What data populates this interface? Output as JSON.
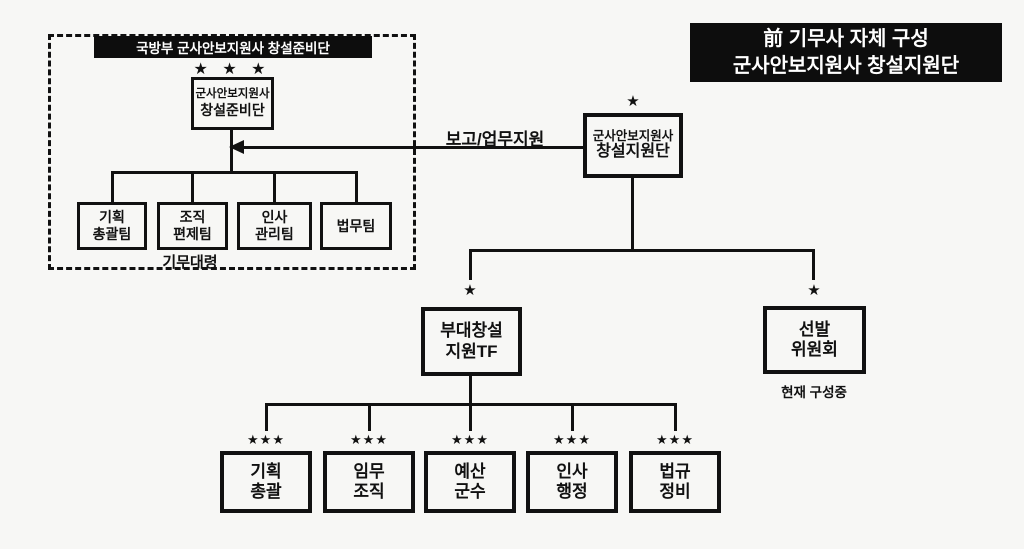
{
  "legend": {
    "line1": "前 기무사 자체 구성",
    "line2": "군사안보지원사 창설지원단"
  },
  "prep_group": {
    "header": "국방부 군사안보지원사 창설준비단",
    "stars": "★ ★ ★",
    "unit": {
      "line1": "군사안보지원사",
      "line2": "창설준비단"
    },
    "teams": [
      {
        "line1": "기획",
        "line2": "총괄팀"
      },
      {
        "line1": "조직",
        "line2": "편제팀"
      },
      {
        "line1": "인사",
        "line2": "관리팀"
      },
      {
        "line1": "법무팀",
        "line2": ""
      }
    ],
    "rank_note": "기무대령"
  },
  "report_arrow": {
    "label": "보고/업무지원"
  },
  "support_unit": {
    "stars": "★",
    "line1": "군사안보지원사",
    "line2": "창설지원단"
  },
  "tf_unit": {
    "stars": "★",
    "line1": "부대창설",
    "line2": "지원TF"
  },
  "committee": {
    "stars": "★",
    "line1": "선발",
    "line2": "위원회",
    "status": "현재 구성중"
  },
  "tf_teams": [
    {
      "stars": "★★★",
      "line1": "기획",
      "line2": "총괄"
    },
    {
      "stars": "★★★",
      "line1": "임무",
      "line2": "조직"
    },
    {
      "stars": "★★★",
      "line1": "예산",
      "line2": "군수"
    },
    {
      "stars": "★★★",
      "line1": "인사",
      "line2": "행정"
    },
    {
      "stars": "★★★",
      "line1": "법규",
      "line2": "정비"
    }
  ]
}
